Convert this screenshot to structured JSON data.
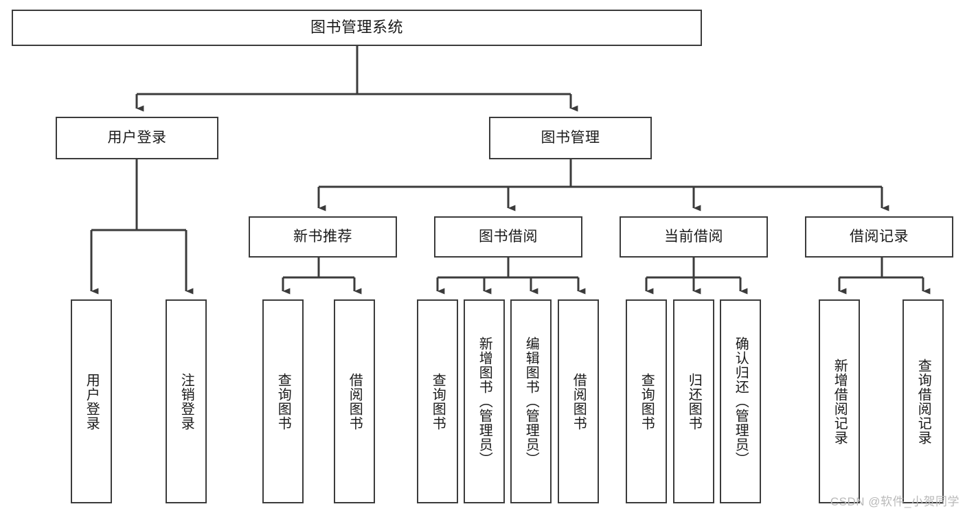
{
  "diagram": {
    "title": "图书管理系统",
    "type": "tree-hierarchy-chart",
    "stroke_color": "#3b3b3b",
    "fill_color": "#ffffff",
    "text_color": "#1a1a1a",
    "watermark": "CSDN @软件_小贺同学",
    "root": {
      "label": "图书管理系统"
    },
    "level2": [
      {
        "label": "用户登录"
      },
      {
        "label": "图书管理"
      }
    ],
    "level3": [
      {
        "label": "新书推荐"
      },
      {
        "label": "图书借阅"
      },
      {
        "label": "当前借阅"
      },
      {
        "label": "借阅记录"
      }
    ],
    "leaves": {
      "user_login": [
        {
          "label": "用户登录"
        },
        {
          "label": "注销登录"
        }
      ],
      "new_book_recommend": [
        {
          "label": "查询图书"
        },
        {
          "label": "借阅图书"
        }
      ],
      "book_borrow": [
        {
          "label": "查询图书"
        },
        {
          "label": "新增图书（管理员）"
        },
        {
          "label": "编辑图书（管理员）"
        },
        {
          "label": "借阅图书"
        }
      ],
      "current_borrow": [
        {
          "label": "查询图书"
        },
        {
          "label": "归还图书"
        },
        {
          "label": "确认归还（管理员）"
        }
      ],
      "borrow_record": [
        {
          "label": "新增借阅记录"
        },
        {
          "label": "查询借阅记录"
        }
      ]
    }
  }
}
